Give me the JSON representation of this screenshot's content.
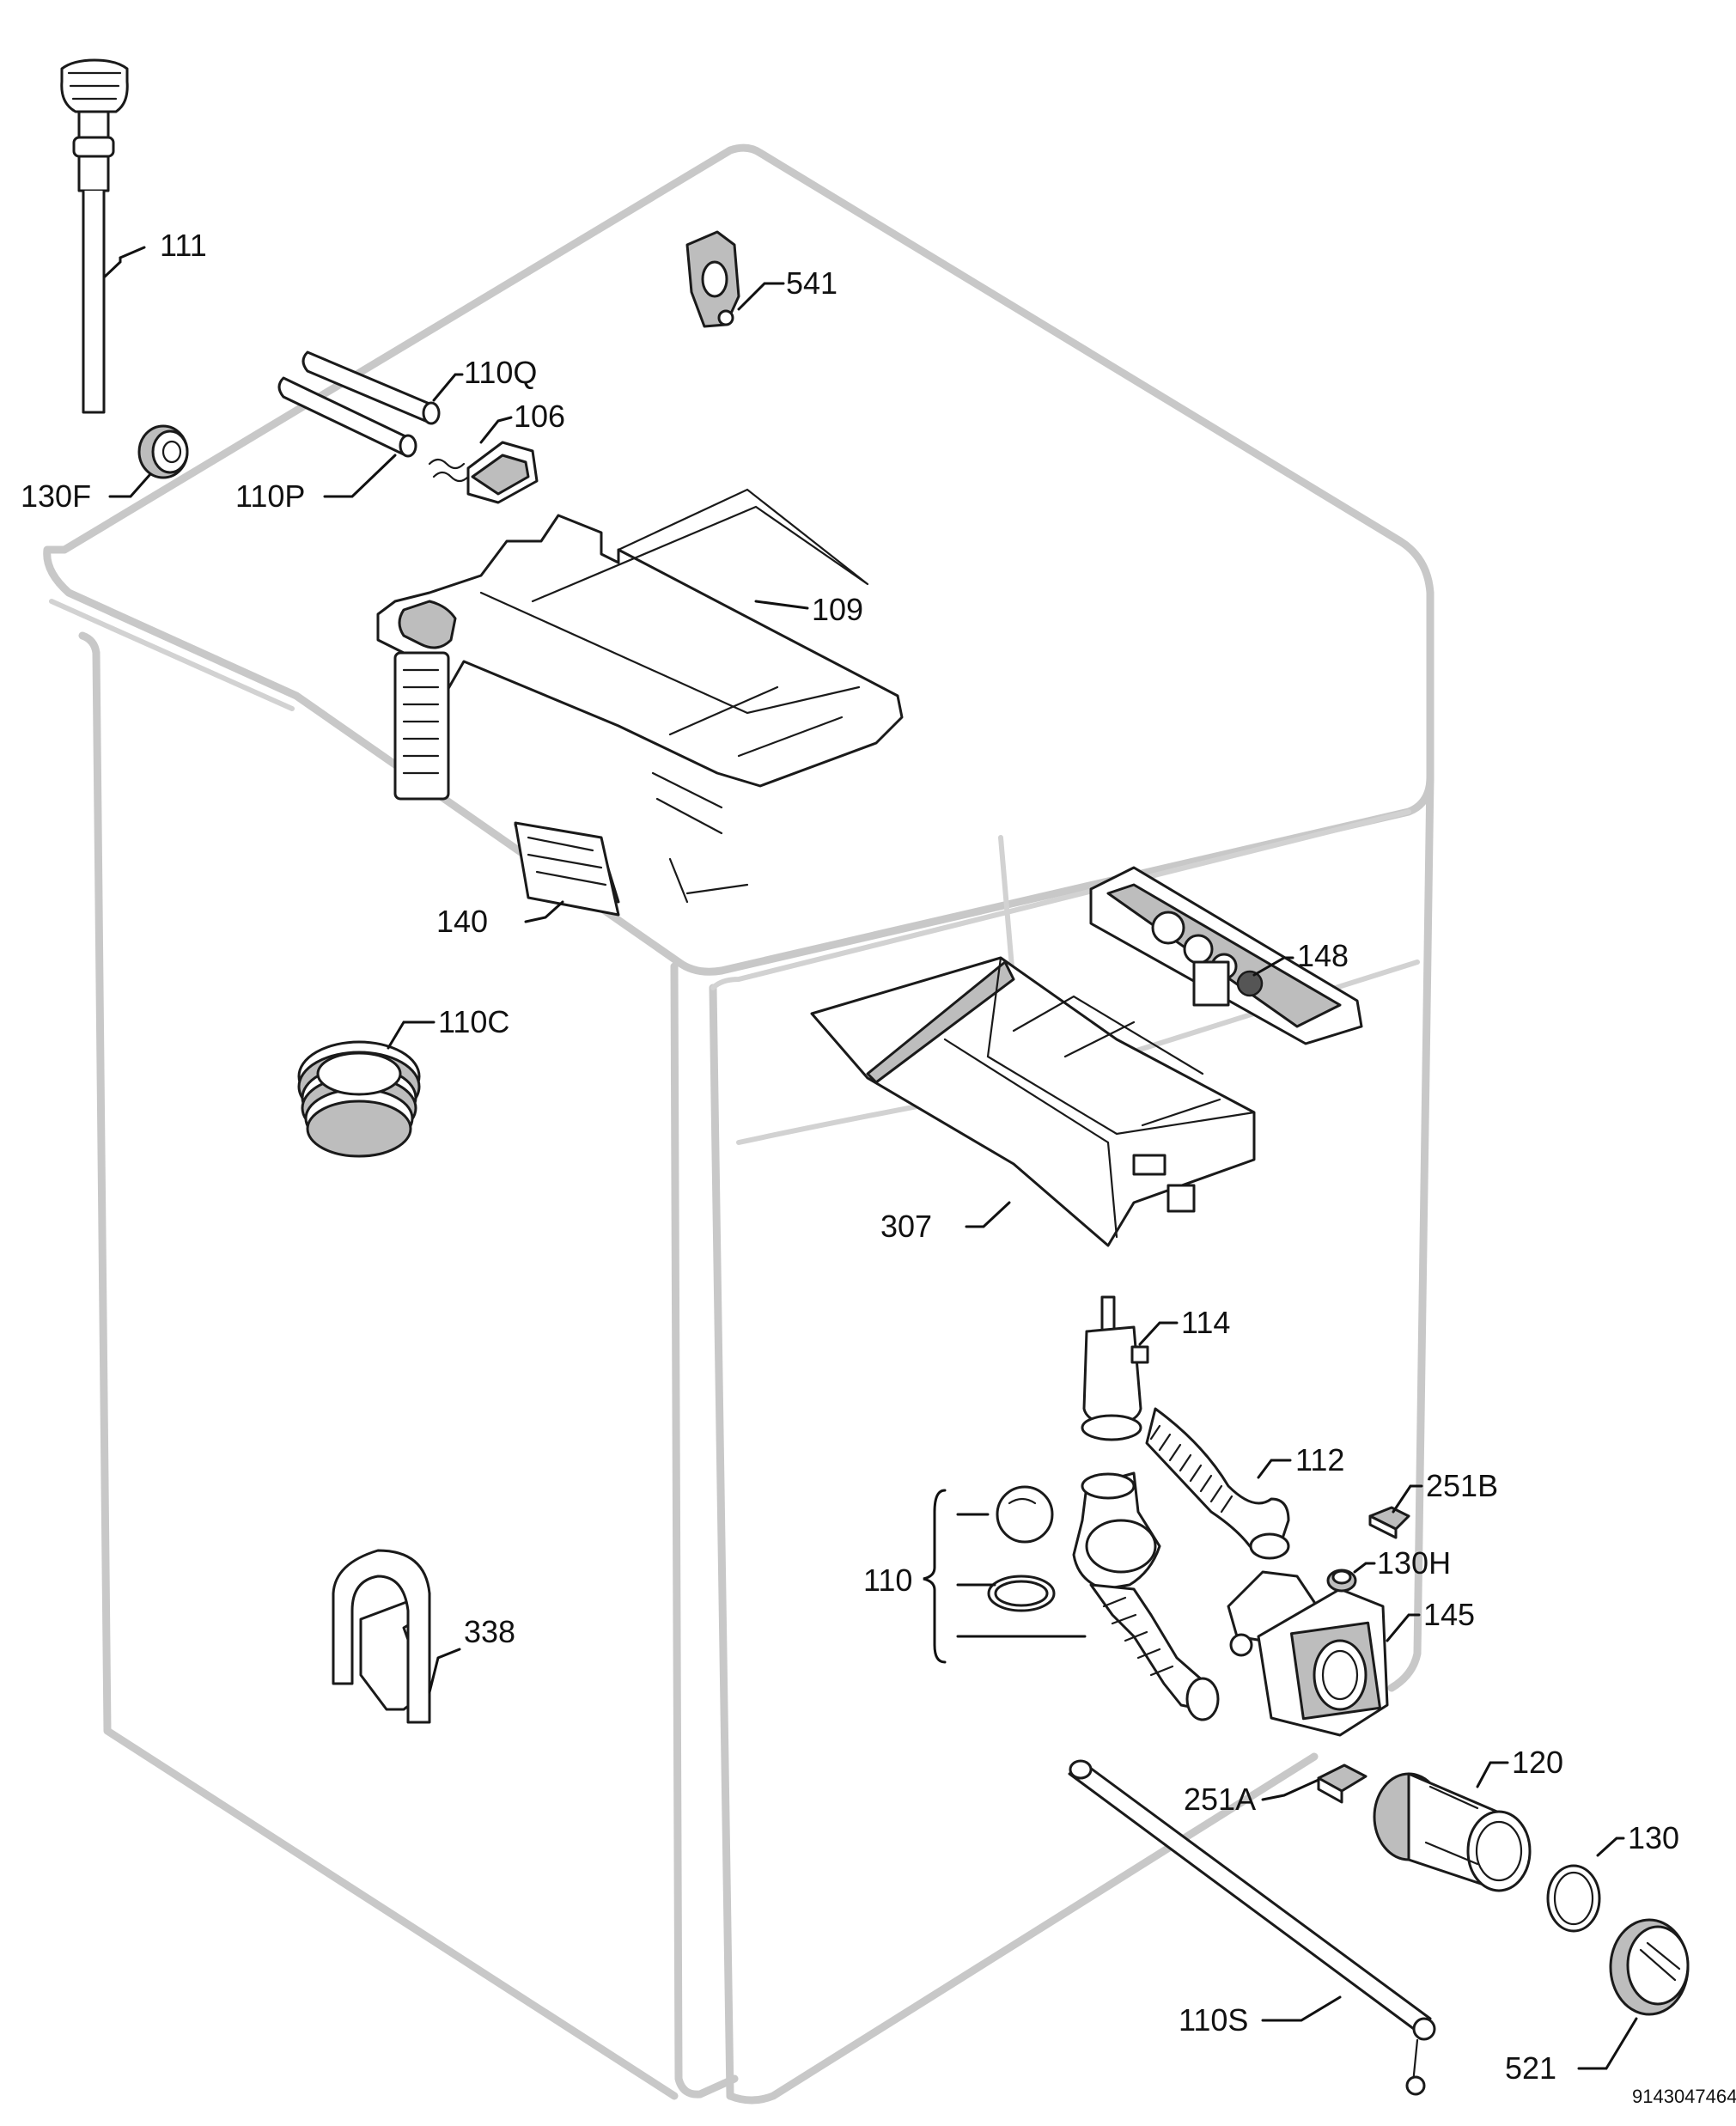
{
  "callouts": [
    {
      "id": "111",
      "text": "111"
    },
    {
      "id": "541",
      "text": "541"
    },
    {
      "id": "110Q",
      "text": "110Q"
    },
    {
      "id": "106",
      "text": "106"
    },
    {
      "id": "130F",
      "text": "130F"
    },
    {
      "id": "110P",
      "text": "110P"
    },
    {
      "id": "109",
      "text": "109"
    },
    {
      "id": "140",
      "text": "140"
    },
    {
      "id": "148",
      "text": "148"
    },
    {
      "id": "110C",
      "text": "110C"
    },
    {
      "id": "307",
      "text": "307"
    },
    {
      "id": "114",
      "text": "114"
    },
    {
      "id": "112",
      "text": "112"
    },
    {
      "id": "251B",
      "text": "251B"
    },
    {
      "id": "110",
      "text": "110"
    },
    {
      "id": "130H",
      "text": "130H"
    },
    {
      "id": "145",
      "text": "145"
    },
    {
      "id": "338",
      "text": "338"
    },
    {
      "id": "251A",
      "text": "251A"
    },
    {
      "id": "120",
      "text": "120"
    },
    {
      "id": "130",
      "text": "130"
    },
    {
      "id": "110S",
      "text": "110S"
    },
    {
      "id": "521",
      "text": "521"
    }
  ],
  "document_number": "9143047464"
}
